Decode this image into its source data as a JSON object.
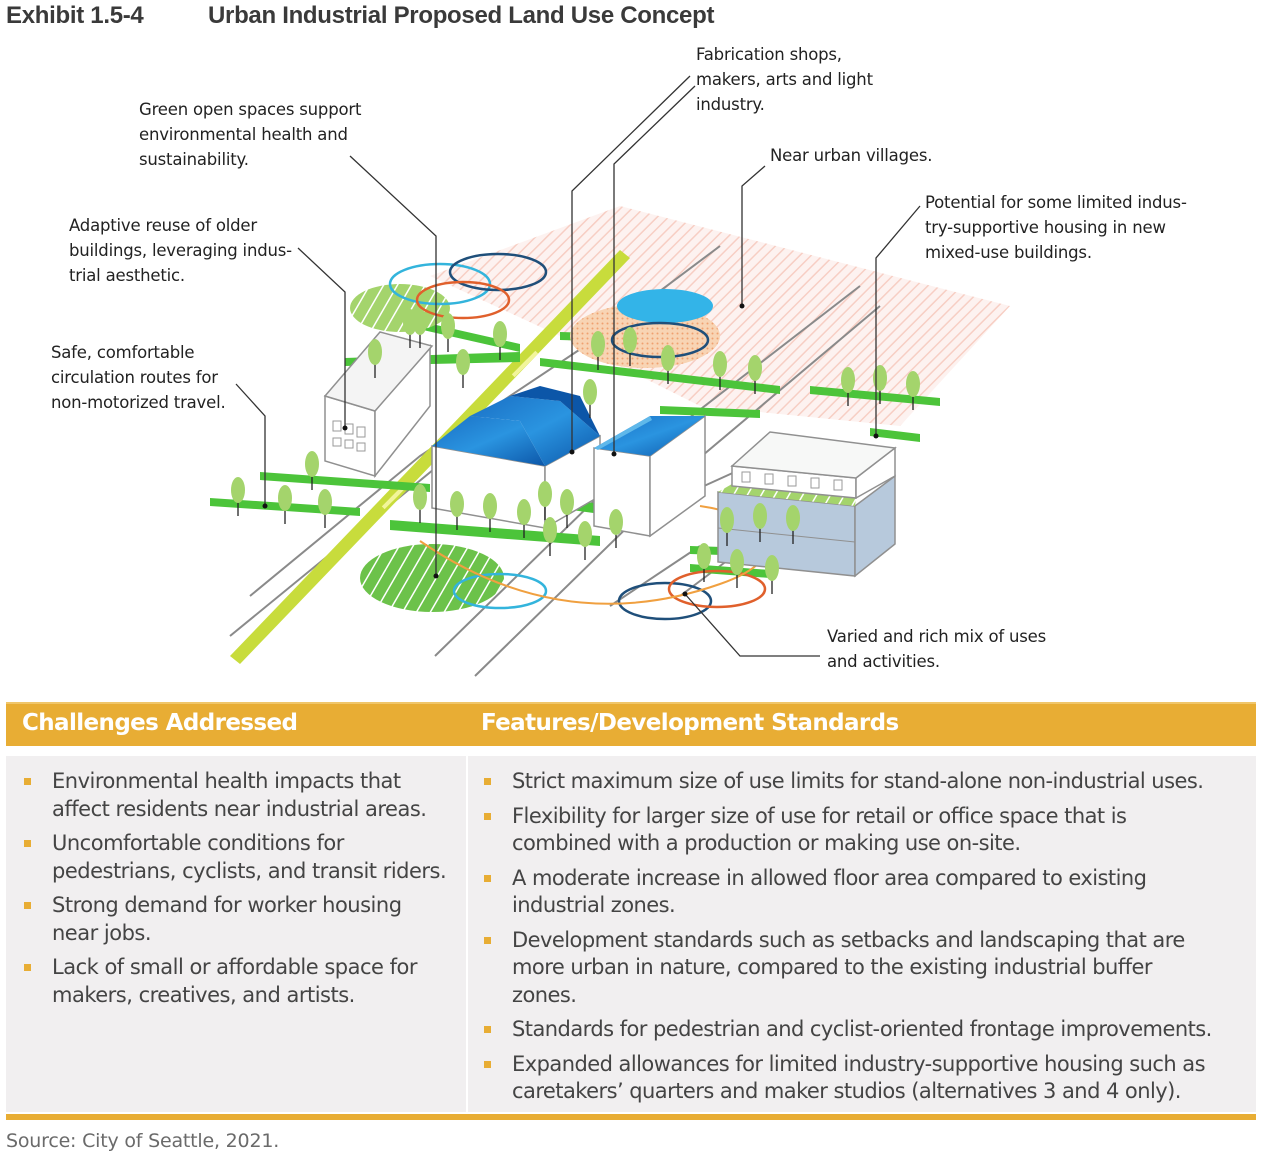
{
  "exhibit": {
    "number": "Exhibit 1.5-4",
    "title": "Urban Industrial Proposed Land Use Concept"
  },
  "illustration": {
    "callouts": [
      {
        "id": "fabrication",
        "lines": [
          "Fabrication shops,",
          "makers, arts and light",
          "industry."
        ]
      },
      {
        "id": "green-open-spaces",
        "lines": [
          "Green open spaces support",
          "environmental health and",
          "sustainability."
        ]
      },
      {
        "id": "near-urban-villages",
        "lines": [
          "Near urban villages."
        ]
      },
      {
        "id": "limited-housing",
        "lines": [
          "Potential for some limited indus-",
          "try-supportive housing in new",
          "mixed-use buildings."
        ]
      },
      {
        "id": "adaptive-reuse",
        "lines": [
          "Adaptive reuse of older",
          "buildings, leveraging indus-",
          "trial aesthetic."
        ]
      },
      {
        "id": "circulation-routes",
        "lines": [
          "Safe, comfortable",
          "circulation routes for",
          "non-motorized travel."
        ]
      },
      {
        "id": "mix-of-uses",
        "lines": [
          "Varied and rich mix of uses",
          "and activities."
        ]
      }
    ],
    "colors": {
      "street_green": "#4cc43a",
      "tree_green": "#a4d46c",
      "roof_blue": "#1a6fc4",
      "building_blue_gray": "#b7c9dc",
      "urban_village_pink": "#f6c9bd",
      "bike_lane": "#c8dc3c",
      "orange_circle": "#e0602c",
      "navy_circle": "#1f4f7a",
      "cyan_circle": "#33b4dc",
      "orange_path": "#f0a040"
    }
  },
  "table": {
    "headers": {
      "left": "Challenges Addressed",
      "right": "Features/Development Standards"
    },
    "challenges": [
      {
        "lines": [
          "Environmental health impacts that",
          "affect residents near industrial areas."
        ]
      },
      {
        "lines": [
          "Uncomfortable conditions for",
          "pedestrians, cyclists, and transit riders."
        ]
      },
      {
        "lines": [
          "Strong demand for worker housing",
          "near jobs."
        ]
      },
      {
        "lines": [
          "Lack of small or affordable space for",
          "makers, creatives, and artists."
        ]
      }
    ],
    "features": [
      {
        "lines": [
          "Strict maximum size of use limits for stand-alone non-industrial uses."
        ]
      },
      {
        "lines": [
          "Flexibility for larger size of use for retail or office space that is",
          "combined with a production or making use on-site."
        ]
      },
      {
        "lines": [
          "A moderate increase in allowed floor area compared to existing",
          "industrial zones."
        ]
      },
      {
        "lines": [
          "Development standards such as setbacks and landscaping that are",
          "more urban in nature, compared to the existing industrial buffer",
          "zones."
        ]
      },
      {
        "lines": [
          "Standards for pedestrian and cyclist-oriented frontage improvements."
        ]
      },
      {
        "lines": [
          "Expanded allowances for limited industry-supportive housing such as",
          "caretakers’ quarters and maker studios (alternatives 3 and 4 only)."
        ]
      }
    ],
    "accent_color": "#e8ad34",
    "body_bg": "#f1eff0"
  },
  "source": "Source: City of Seattle, 2021."
}
